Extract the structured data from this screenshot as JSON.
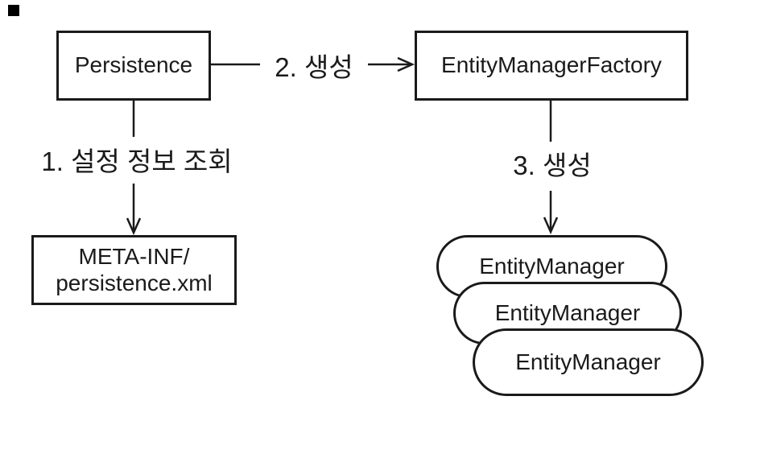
{
  "diagram": {
    "colors": {
      "background": "#ffffff",
      "stroke": "#1a1a1a",
      "corner_marker": "#000000"
    },
    "nodes": {
      "persistence": {
        "label": "Persistence"
      },
      "entity_manager_factory": {
        "label": "EntityManagerFactory"
      },
      "meta_inf": {
        "line1": "META-INF/",
        "line2": "persistence.xml"
      },
      "entity_managers": [
        {
          "label": "EntityManager"
        },
        {
          "label": "EntityManager"
        },
        {
          "label": "EntityManager"
        }
      ]
    },
    "edges": {
      "step1": {
        "label": "1. 설정 정보 조회"
      },
      "step2": {
        "label": "2. 생성"
      },
      "step3": {
        "label": "3. 생성"
      }
    }
  }
}
